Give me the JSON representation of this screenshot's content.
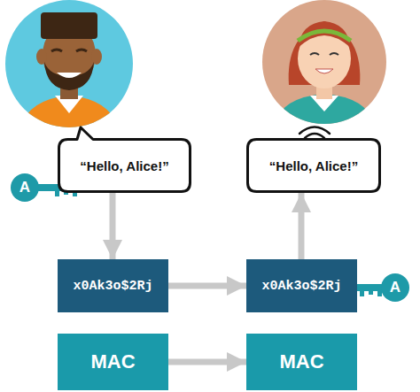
{
  "diagram": {
    "nodes": [
      {
        "text": [
          "“Hello, Alice!”"
        ]
      },
      {
        "text": [
          "“Hello, Alice!”"
        ]
      },
      {
        "text": [
          "x0Ak3o$2Rj"
        ]
      },
      {
        "text": [
          "x0Ak3o$2Rj"
        ]
      },
      {
        "text": [
          "MAC"
        ]
      },
      {
        "text": [
          "MAC"
        ]
      }
    ],
    "edges": [
      {
        "from": 0,
        "to": 2,
        "arrow": "to"
      },
      {
        "from": 2,
        "to": 3,
        "arrow": "to"
      },
      {
        "from": 3,
        "to": 1,
        "arrow": "to"
      },
      {
        "from": 4,
        "to": 5,
        "arrow": "to"
      }
    ],
    "labels": [
      "A",
      "A"
    ]
  }
}
